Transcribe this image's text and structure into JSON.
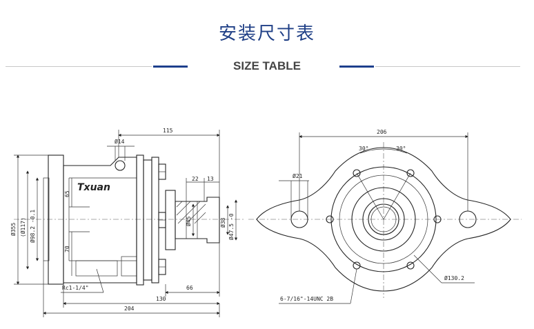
{
  "header": {
    "title_cn": "安装尺寸表",
    "title_en": "SIZE TABLE"
  },
  "colors": {
    "accent": "#1d3f8c",
    "title": "#1f3f86",
    "rule": "#c7c7c7"
  },
  "drawing": {
    "brand": "Txuan",
    "side_view": {
      "d_overall_top": "115",
      "d_bolt": "Ø14",
      "d_22": "22",
      "d_13": "13",
      "d_65": "65",
      "d_70": "70",
      "d_355": "Ø355",
      "d_117": "(Ø117)",
      "d_98": "Ø98.2 -0.1",
      "d_45": "Ø45",
      "d_38": "Ø38",
      "d_47": "Ø47.5 -0",
      "d_66": "66",
      "d_130": "130",
      "d_204": "204",
      "port": "Rc1-1/4\""
    },
    "front_view": {
      "d_206": "206",
      "d_30a": "30°",
      "d_30b": "30°",
      "d_21": "Ø21",
      "d_1302": "Ø130.2",
      "thread": "6-7/16\"-14UNC 2B"
    }
  }
}
